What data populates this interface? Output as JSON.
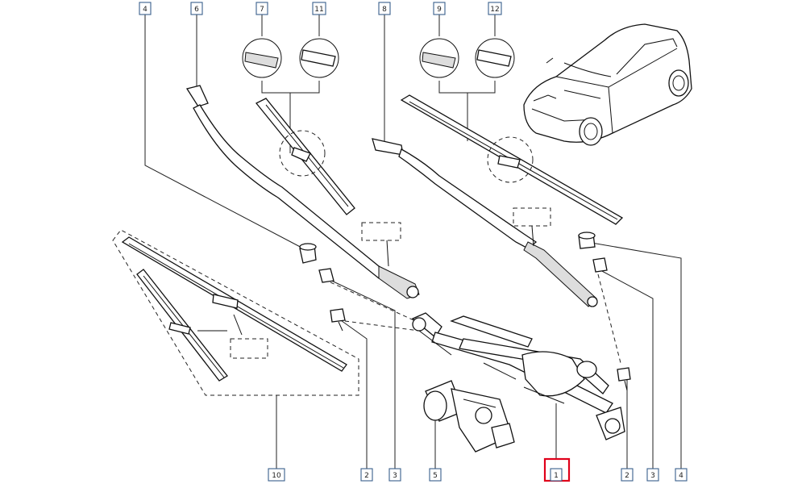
{
  "callouts": [
    {
      "id": "c4a",
      "label": "4"
    },
    {
      "id": "c6",
      "label": "6"
    },
    {
      "id": "c7",
      "label": "7"
    },
    {
      "id": "c11",
      "label": "11"
    },
    {
      "id": "c8",
      "label": "8"
    },
    {
      "id": "c9",
      "label": "9"
    },
    {
      "id": "c12",
      "label": "12"
    },
    {
      "id": "c10",
      "label": "10"
    },
    {
      "id": "c2a",
      "label": "2"
    },
    {
      "id": "c3a",
      "label": "3"
    },
    {
      "id": "c5",
      "label": "5"
    },
    {
      "id": "c1",
      "label": "1",
      "highlighted": true
    },
    {
      "id": "c2b",
      "label": "2"
    },
    {
      "id": "c3b",
      "label": "3"
    },
    {
      "id": "c4b",
      "label": "4"
    }
  ],
  "highlight_color": "#e0001a",
  "callout_border_color": "#3a5f8c"
}
